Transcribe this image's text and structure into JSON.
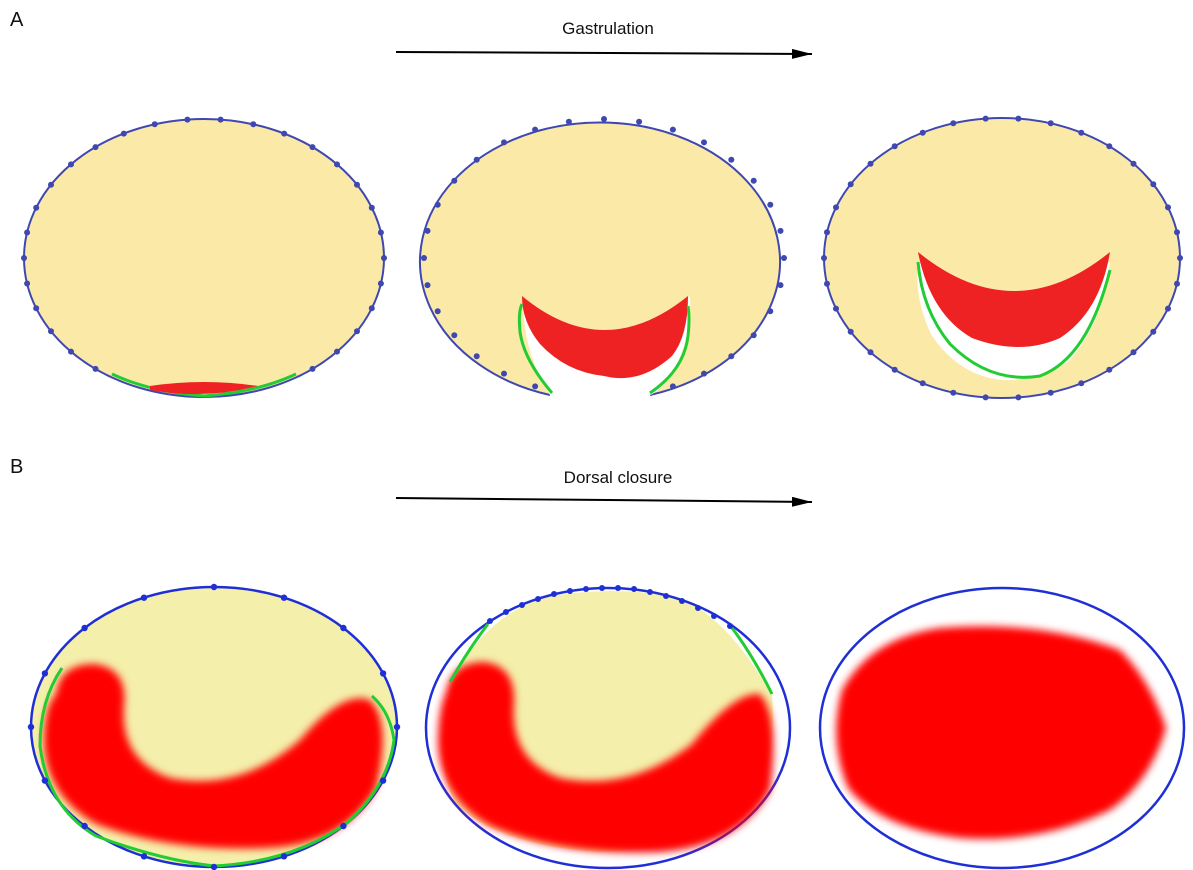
{
  "panels": [
    {
      "letter": "A",
      "step_label": "Gastrulation",
      "stage_count": 3
    },
    {
      "letter": "B",
      "step_label": "Dorsal closure",
      "stage_count": 3
    }
  ],
  "colors": {
    "yolk": "#fbe9a8",
    "yolk_b": "#f4efaa",
    "membrane": "#3f47b0",
    "membrane_b": "#1f2fd6",
    "amnioserosa": "#22cc33",
    "tissue": "#ee2222",
    "tissue_b": "#ff0000",
    "arrow": "#000000"
  }
}
